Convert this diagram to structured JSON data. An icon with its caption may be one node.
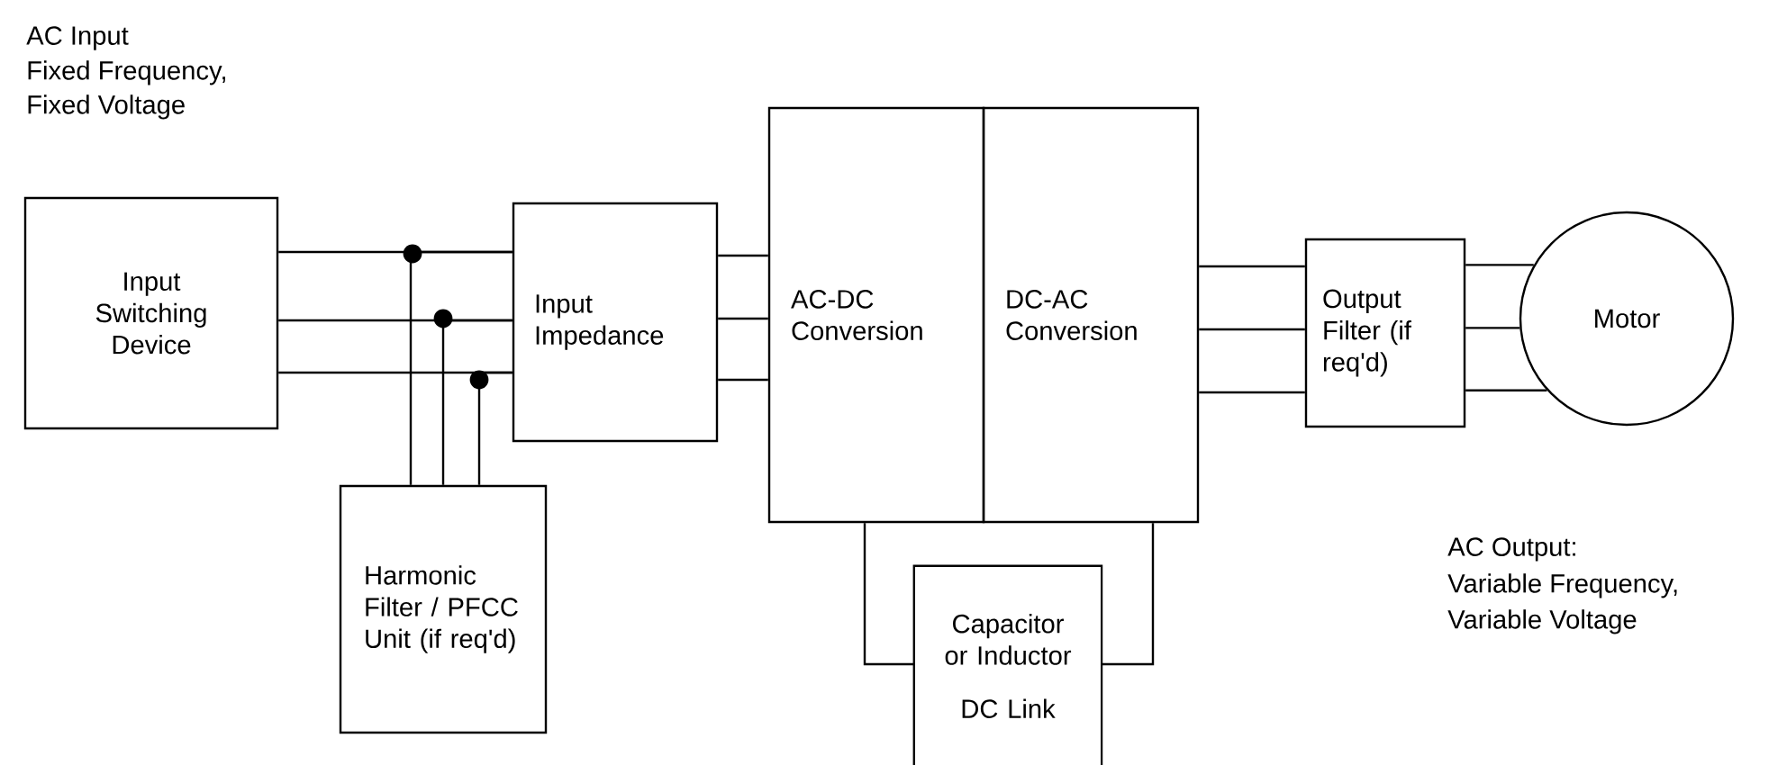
{
  "diagram": {
    "nodes": [
      {
        "text": [
          "Input Switching Device"
        ]
      },
      {
        "text": [
          "Input Impedance"
        ]
      },
      {
        "text": [
          "AC-DC Conversion"
        ]
      },
      {
        "text": [
          "DC-AC Conversion"
        ]
      },
      {
        "text": [
          "Output Filter (if req'd)"
        ]
      },
      {
        "text": [
          "Motor"
        ]
      },
      {
        "text": [
          "Harmonic Filter / PFCC Unit (if req'd)"
        ]
      },
      {
        "text": [
          "Capacitor or Inductor",
          "DC Link"
        ]
      }
    ],
    "edges": [
      {
        "from": 0,
        "to": 1,
        "arrow": "none"
      },
      {
        "from": 0,
        "to": 1,
        "arrow": "none"
      },
      {
        "from": 0,
        "to": 1,
        "arrow": "none"
      },
      {
        "from": 6,
        "to": 1,
        "arrow": "none"
      },
      {
        "from": 6,
        "to": 1,
        "arrow": "none"
      },
      {
        "from": 6,
        "to": 1,
        "arrow": "none"
      },
      {
        "from": 1,
        "to": 2,
        "arrow": "none"
      },
      {
        "from": 1,
        "to": 2,
        "arrow": "none"
      },
      {
        "from": 1,
        "to": 2,
        "arrow": "none"
      },
      {
        "from": 3,
        "to": 4,
        "arrow": "none"
      },
      {
        "from": 3,
        "to": 4,
        "arrow": "none"
      },
      {
        "from": 3,
        "to": 4,
        "arrow": "none"
      },
      {
        "from": 4,
        "to": 5,
        "arrow": "none"
      },
      {
        "from": 4,
        "to": 5,
        "arrow": "none"
      },
      {
        "from": 4,
        "to": 5,
        "arrow": "none"
      },
      {
        "from": 2,
        "to": 7,
        "arrow": "none"
      },
      {
        "from": 7,
        "to": 3,
        "arrow": "none"
      }
    ],
    "labels": [
      "AC Input",
      "Fixed Frequency,",
      "Fixed Voltage",
      "AC Output:",
      "Variable Frequency,",
      "Variable Voltage"
    ]
  }
}
